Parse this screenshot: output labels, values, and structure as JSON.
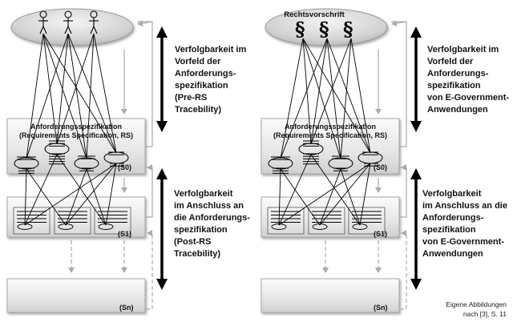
{
  "left": {
    "rs_title_1": "Anforderungsspezifikation",
    "rs_title_2": "(Requirements Specification, RS)",
    "s0": "(S0)",
    "s1": "(S1)",
    "sn": "(Sn)",
    "upper_label": [
      "Verfolgbarkeit im",
      "Vorfeld der",
      "Anforderungs-",
      "spezifikation",
      "(Pre-RS",
      "Tracebility)"
    ],
    "lower_label": [
      "Verfolgbarkeit",
      "im Anschluss an",
      "die Anforderungs-",
      "spezifikation",
      "(Post-RS",
      "Tracebility)"
    ]
  },
  "right": {
    "source_title": "Rechtsvorschrift",
    "paragraph_symbol": "§",
    "rs_title_1": "Anforderungsspezifikation",
    "rs_title_2": "(Requirements Specification, RS)",
    "s0": "(S0)",
    "s1": "(S1)",
    "sn": "(Sn)",
    "upper_label": [
      "Verfolgbarkeit im",
      "Vorfeld der",
      "Anforderungs-",
      "spezifikation",
      "von E-Government-",
      "Anwendungen"
    ],
    "lower_label": [
      "Verfolgbarkeit",
      "im Anschluss an die",
      "Anforderungs-",
      "spezifikation",
      "von E-Government-",
      "Anwendungen"
    ]
  },
  "source_note": [
    "Eigene Abbildungen",
    "nach [3], S. 11"
  ]
}
